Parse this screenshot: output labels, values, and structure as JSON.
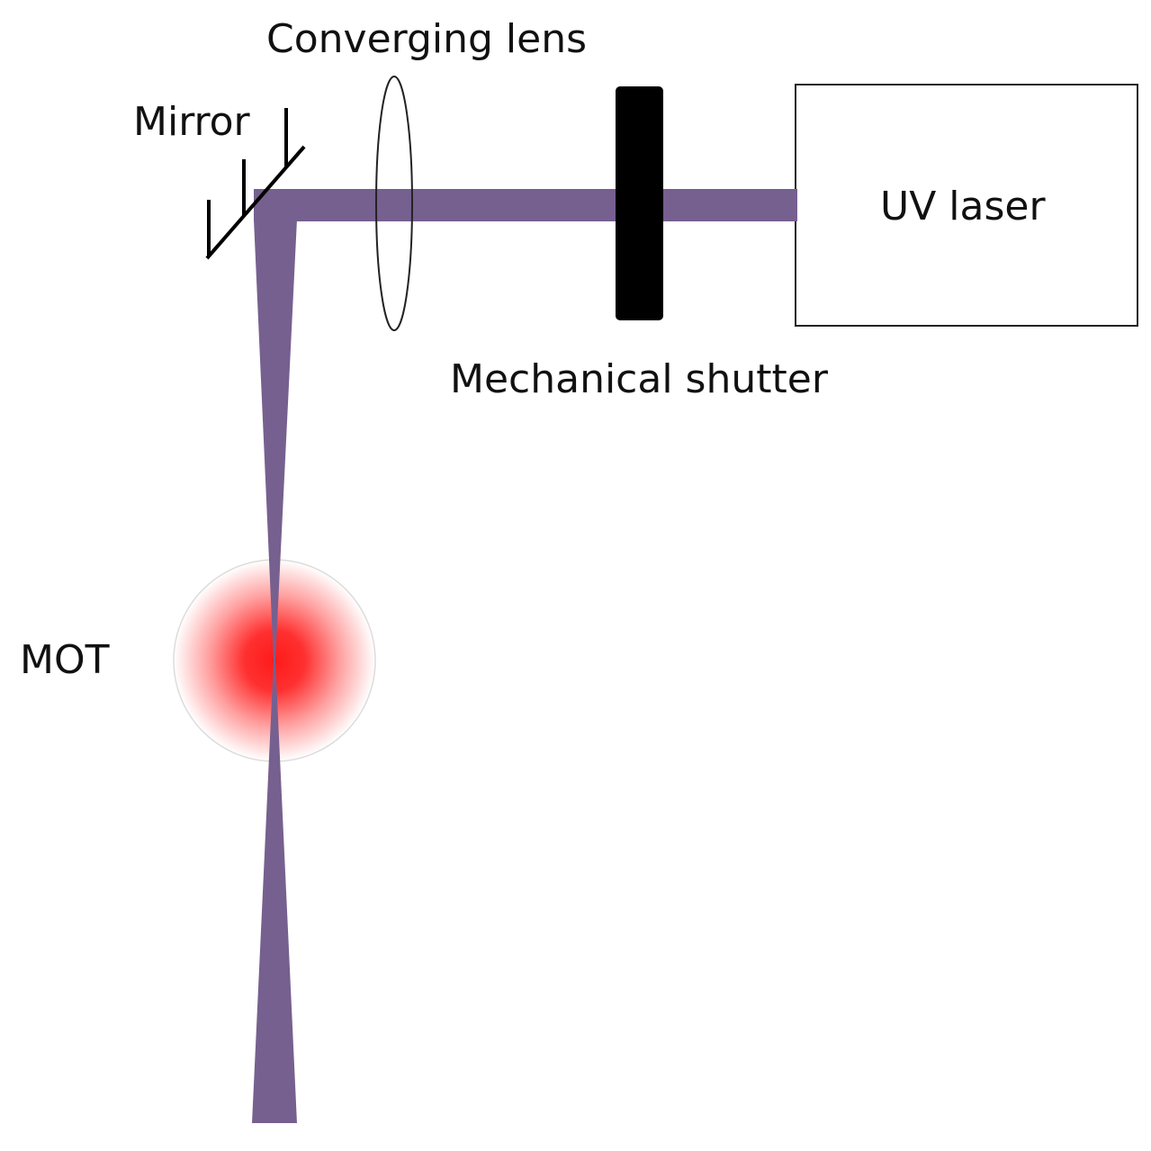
{
  "labels": {
    "converging_lens": "Converging lens",
    "mirror": "Mirror",
    "uv_laser": "UV laser",
    "mechanical_shutter": "Mechanical shutter",
    "mot": "MOT"
  },
  "colors": {
    "beam": "#76608f",
    "shutter": "#000000",
    "mot_core": "#ff1a1a",
    "outline": "#222222",
    "background": "#ffffff"
  }
}
